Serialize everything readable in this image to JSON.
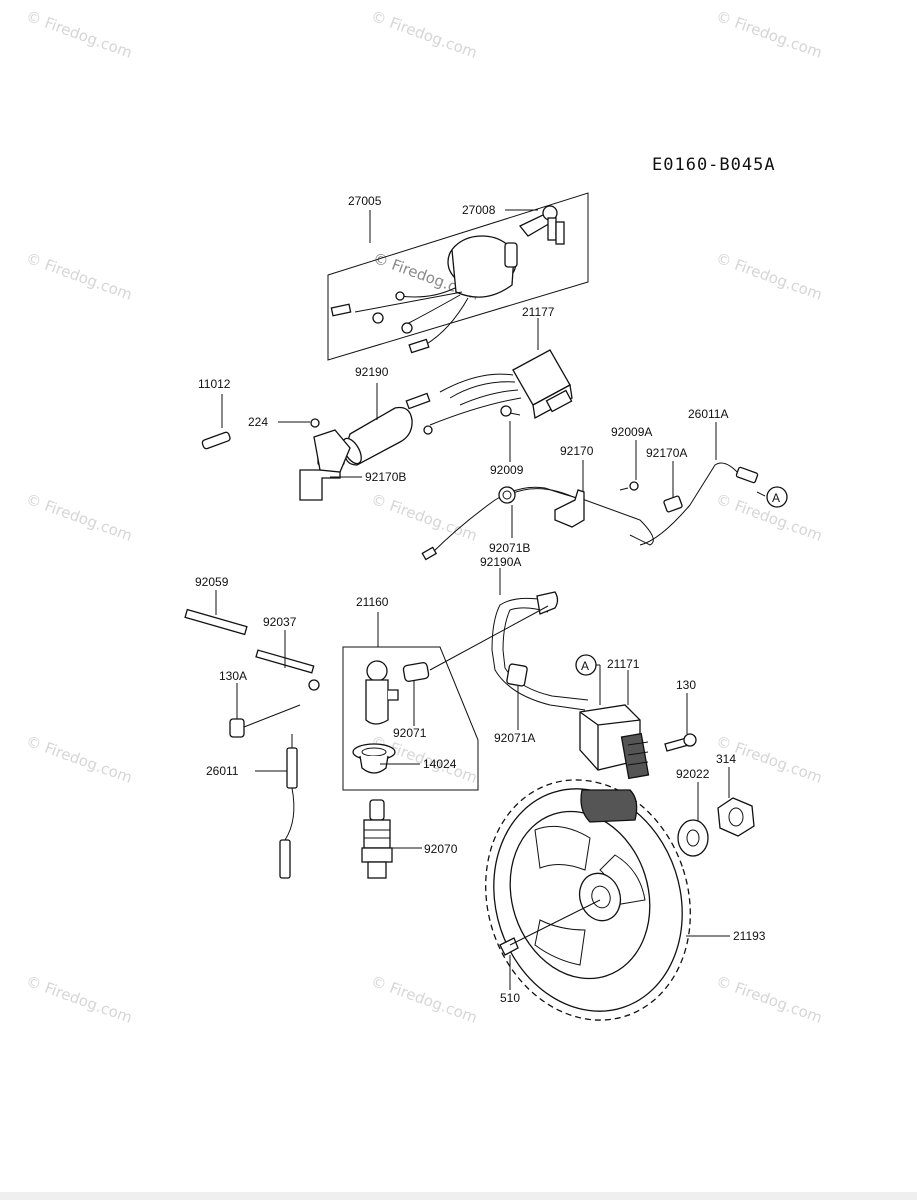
{
  "diagram_code": "E0160-B045A",
  "watermark": "© Firedog.com",
  "connector_ref": "A",
  "labels": {
    "l27005": "27005",
    "l27008": "27008",
    "l21177": "21177",
    "l92190": "92190",
    "l11012": "11012",
    "l224": "224",
    "l92170B": "92170B",
    "l92009": "92009",
    "l92170": "92170",
    "l92009A": "92009A",
    "l92170A": "92170A",
    "l26011A": "26011A",
    "l92071B": "92071B",
    "l92190A": "92190A",
    "l92059": "92059",
    "l92037": "92037",
    "l21160": "21160",
    "l130A": "130A",
    "l92071": "92071",
    "l14024": "14024",
    "l26011": "26011",
    "l92070": "92070",
    "l21171": "21171",
    "l130": "130",
    "l92071A": "92071A",
    "l92022": "92022",
    "l314": "314",
    "l21193": "21193",
    "l510": "510"
  }
}
